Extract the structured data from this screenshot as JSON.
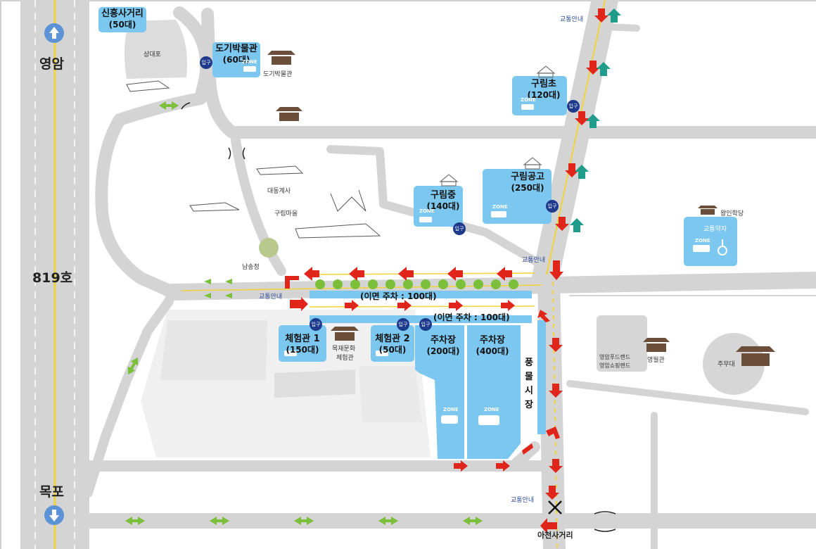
{
  "cities": {
    "yeongam": "영암",
    "route": "819호",
    "mokpo": "목포"
  },
  "labels": {
    "sinheung": "신흥사거리",
    "sinheung_cap": "(50대)",
    "sangdaepo": "상대포",
    "dogi_title": "도기박물관",
    "dogi_cap": "(60대)",
    "dogi_museum": "도기박물관",
    "gurim_elem": "구림초",
    "gurim_elem_cap": "(120대)",
    "gurim_mid": "구림중",
    "gurim_mid_cap": "(140대)",
    "gurim_high": "구림공고",
    "gurim_high_cap": "(250대)",
    "daedong": "대동계사",
    "gurim_village": "구림마을",
    "namsongjeong": "남송정",
    "wangin": "왕인학당",
    "disabled_lot": "교통약자",
    "strip_top": "(이면 주차 : 100대)",
    "strip_bottom": "(이면 주차 : 100대)",
    "exp1": "체험관 1",
    "exp1_cap": "(150대)",
    "mokjae": "목재문화",
    "mokjae2": "체험관",
    "exp2": "체험관 2",
    "exp2_cap": "(50대)",
    "lot200": "주차장",
    "lot200_cap": "(200대)",
    "lot400": "주차장",
    "lot400_cap": "(400대)",
    "pungmul": "풍물시장",
    "food1": "영암푸드랜드",
    "food2": "영암쇼핑랜드",
    "yeongwolgwan": "영월관",
    "jumudae": "주무대",
    "traffic_info": "교통안내",
    "icheon": "아천사거리",
    "entrance": "입구",
    "pzone": "ZONE"
  },
  "colors": {
    "road": "#d4d4d4",
    "lot_blue": "#7cc7ef",
    "entrance_blue": "#1d3a8c",
    "arrow_red": "#e0251b",
    "arrow_teal": "#1f9c8a",
    "arrow_green": "#7bbf3b",
    "center_line": "#f2d23a"
  },
  "icons": {
    "up": "arrow-up-circle-icon",
    "down": "arrow-down-circle-icon",
    "building": "hanok-building-icon",
    "school": "school-icon",
    "wheelchair": "wheelchair-icon",
    "car": "car-icon",
    "cross": "cross-icon"
  }
}
